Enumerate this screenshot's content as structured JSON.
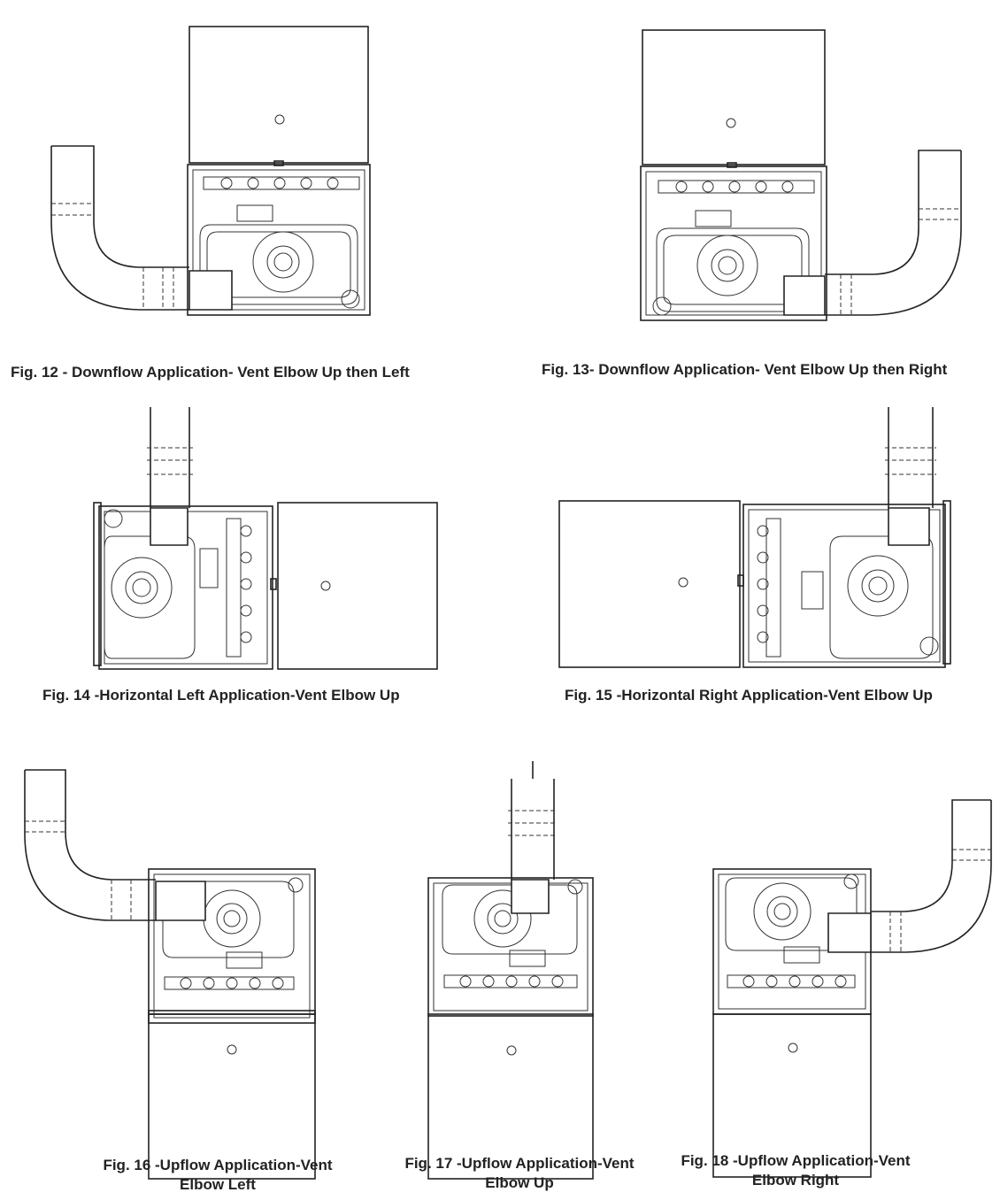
{
  "figures": [
    {
      "id": "fig12",
      "caption": "Fig. 12 - Downflow Application- Vent Elbow Up then Left"
    },
    {
      "id": "fig13",
      "caption": "Fig. 13- Downflow Application- Vent Elbow Up then Right"
    },
    {
      "id": "fig14",
      "caption": "Fig. 14 -Horizontal Left Application-Vent Elbow Up"
    },
    {
      "id": "fig15",
      "caption": "Fig. 15 -Horizontal Right Application-Vent Elbow Up"
    },
    {
      "id": "fig16",
      "caption_line1": "Fig. 16 -Upflow Application-Vent",
      "caption_line2": "Elbow Left"
    },
    {
      "id": "fig17",
      "caption_line1": "Fig. 17 -Upflow Application-Vent",
      "caption_line2": "Elbow Up"
    },
    {
      "id": "fig18",
      "caption_line1": "Fig. 18 -Upflow Application-Vent",
      "caption_line2": "Elbow Right"
    }
  ]
}
